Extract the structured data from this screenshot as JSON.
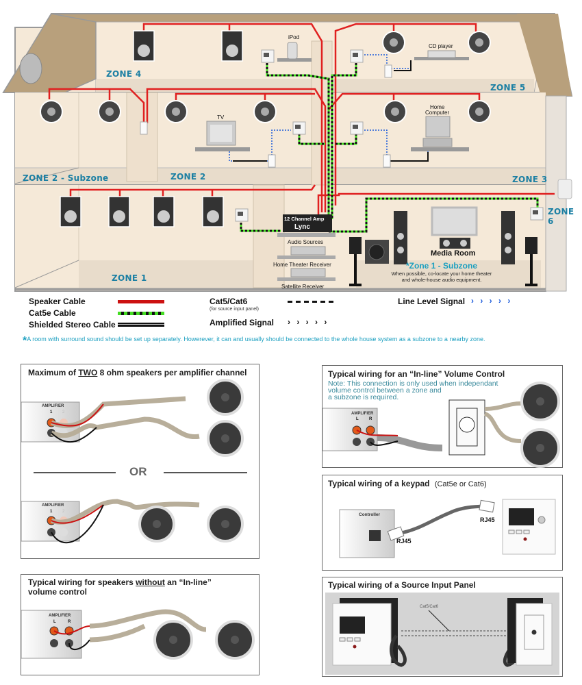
{
  "house": {
    "zones": {
      "zone4": "ZONE 4",
      "zone5": "ZONE 5",
      "zone2_subzone": "ZONE 2 - Subzone",
      "zone2": "ZONE 2",
      "zone3": "ZONE 3",
      "zone6": "ZONE 6",
      "zone1": "ZONE 1"
    },
    "devices": {
      "ipod": "iPod",
      "cd_player": "CD player",
      "tv": "TV",
      "home_computer_line1": "Home",
      "home_computer_line2": "Computer",
      "amp_top": "12 Channel Amp",
      "amp_brand": "Lync",
      "audio_sources": "Audio Sources",
      "home_theater_receiver": "Home Theater Receiver",
      "satellite_receiver": "Satellite Receiver",
      "media_room": "Media Room"
    },
    "subzone_callout": {
      "title": "*Zone 1 - Subzone",
      "line1": "When possible, co-locate your home theater",
      "line2": "and whole-house audio equipment."
    },
    "colors": {
      "speaker_cable": "#e02020",
      "cat5e_green": "#44dd22",
      "line_level_blue": "#1a5adb",
      "zone_label": "#1b7fa3",
      "wall": "#f5e9d8",
      "roof": "#b8a07c"
    }
  },
  "legend": {
    "speaker_cable": "Speaker Cable",
    "cat5e_cable": "Cat5e Cable",
    "shielded_stereo": "Shielded Stereo Cable",
    "cat5_cat6": "Cat5/Cat6",
    "cat5_sub": "(for source input panel)",
    "amplified_signal": "Amplified Signal",
    "amplified_symbol": "› › › › ›",
    "line_level_signal": "Line Level Signal",
    "line_level_symbol": "› › › › ›"
  },
  "footnote": {
    "star": "*",
    "text": "A room with surround sound should be set up separately.  Howerever, it can and usually should be connected to the whole house system as a subzone to a nearby zone."
  },
  "panels": {
    "two_speakers": {
      "title_pre": "Maximum of ",
      "title_em": "TWO",
      "title_post": " 8 ohm speakers per amplifier channel",
      "amp_label": "AMPLIFIER",
      "ch1": "1",
      "ch2": "2",
      "or_label": "OR"
    },
    "inline_volume": {
      "title": "Typical wiring for an “In-line” Volume Control",
      "note_line1": "Note: This connection is only used when independant",
      "note_line2": "volume control between a zone and",
      "note_line3": "a subzone is required.",
      "amp_label": "AMPLIFIER",
      "left": "L",
      "right": "R"
    },
    "keypad": {
      "title": "Typical wiring of a keypad",
      "title_sub": "(Cat5e or Cat6)",
      "controller": "Controller",
      "rj45_left": "RJ45",
      "rj45_right": "RJ45"
    },
    "no_inline": {
      "title_pre": "Typical wiring for speakers ",
      "title_em": "without",
      "title_post": " an “In-line”",
      "title_line2": "volume control",
      "amp_label": "AMPLIFIER",
      "left": "L",
      "right": "R"
    },
    "source_input": {
      "title": "Typical wiring of a Source Input Panel",
      "cable_label": "Cat5/Cat6"
    }
  }
}
